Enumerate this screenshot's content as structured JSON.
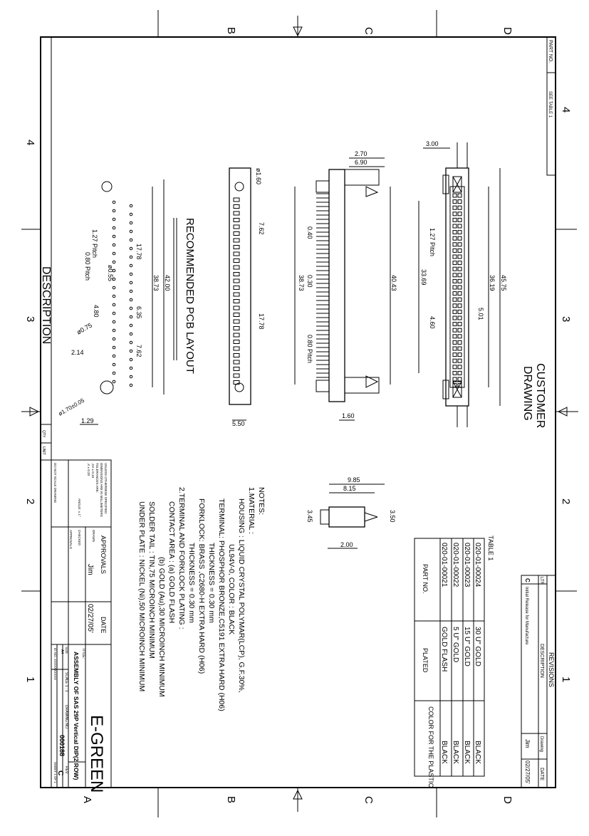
{
  "frame": {
    "columns": [
      "B",
      "C",
      "D"
    ],
    "column_bottom_A": "A",
    "rows_left": [
      "4",
      "3",
      "2",
      "1"
    ],
    "rows_right": [
      "4",
      "3",
      "2",
      "1"
    ]
  },
  "part_no_box": {
    "label": "PART NO.",
    "value": "SEE TABLE 1"
  },
  "customer_drawing": [
    "CUSTOMER",
    "DRAWING"
  ],
  "description_vertical": "DESCRIPTION",
  "pcb_layout_title": "RECOMMENDED PCB LAYOUT",
  "dimensions": {
    "d_3_00": "3.00",
    "d_45_75": "45.75",
    "d_36_19": "36.19",
    "d_1_27_pitch_top": "1.27 Pitch",
    "d_33_69": "33.69",
    "d_5_01": "5.01",
    "d_4_60_top": "4.60",
    "d_2_70": "2.70",
    "d_6_90": "6.90",
    "d_0_40": "0.40",
    "d_40_43": "40.43",
    "d_38_73_mid": "38.73",
    "d_0_30": "0.30",
    "d_0_80_pitch_mid": "0.80 Pitch",
    "d_1_60": "1.60",
    "d_phi_0_60": "ø1.60",
    "d_7_62_a": "7.62",
    "d_17_78_a": "17.78",
    "d_5_50": "5.50",
    "d_1_27_pitch_pcb": "1.27 Pitch",
    "d_0_80_pitch_pcb": "0.80 Pitch",
    "d_phi_0_55": "ø0.55",
    "d_17_78_b": "17.78",
    "d_38_73_pcb": "38.73",
    "d_42_00": "42.00",
    "d_6_35": "6.35",
    "d_4_80": "4.80",
    "d_phi_0_75": "ø0.75",
    "d_7_62_b": "7.62",
    "d_2_14": "2.14",
    "d_phi_1_7": "ø1.70±0.05",
    "d_1_29": "1.29",
    "d_9_85": "9.85",
    "d_8_15": "8.15",
    "d_3_50": "3.50",
    "d_3_45": "3.45",
    "d_2_00": "2.00"
  },
  "notes": {
    "title": "NOTES:",
    "lines": [
      "1.MATERIAL :",
      "HOUSING : LIQUID CRYSTAL POLYMAR(LCP), G.F.30%,",
      "UL94V-0, COLOR : BLACK",
      "TERMINAL: PHOSPHOR BRONZE,C5191 EXTRA HARD (H06)",
      "THICKNESS = 0.30 mm",
      "FORKLOCK: BRASS ,C2680-H  EXTRA HARD (H06)",
      "THICKNESS = 0.30 mm",
      "2.TERMINAL AND FORKLOCK PLATING :",
      "CONTACT AREA : (a) GOLD FLASH",
      "(b) GOLD (Au),30 MICROINCH MINIMUM",
      "SOLDER TAIL : TIN,75 MICROINCH MINIMUM",
      "UNDER PLATE : NICKEL (Ni),50 MICROINCH MINIMUM"
    ]
  },
  "table1": {
    "title": "TABLE 1",
    "headers": [
      "PART NO.",
      "PLATED",
      "COLOR FOR THE PLASTIC"
    ],
    "rows": [
      [
        "020-01-00024",
        "30 U\" GOLD",
        "BLACK"
      ],
      [
        "020-01-00023",
        "15 U\" GOLD",
        "BLACK"
      ],
      [
        "020-01-00022",
        "5 U\" GOLD",
        "BLACK"
      ],
      [
        "020-01-00021",
        "GOLD FLASH",
        "BLACK"
      ]
    ]
  },
  "revisions": {
    "title": "REVISIONS",
    "headers": [
      "LTR",
      "DESCRIPTION",
      "Drawing",
      "DATE"
    ],
    "row": [
      "C",
      "Initial Release for Manufacture",
      "Jim",
      "02/27/05'"
    ]
  },
  "title_block": {
    "approvals": "APPROVALS",
    "date_label": "DATE",
    "drawn_label": "DRAWN",
    "drawn_by": "Jim",
    "drawn_date": "02/27/05'",
    "checked_label": "CHECKED",
    "approvals_label": "APPROVALS",
    "company": "E-GREEN",
    "title_label": "TITLE:",
    "title": "ASSEMBLY OF SAS 29P Vertical DIP(2 ROW)",
    "size_label": "SIZE",
    "size": "A4",
    "scale": "SCALE 1 : 1",
    "drawing_no_label": "DRAWING NO.",
    "drawing_no": "000188",
    "rev_label": "REV.",
    "rev": "C",
    "sheet": "SHEET 1 OF 1",
    "id_no": "ID NO. XXXXXXXXXX",
    "qty": "QTY",
    "unit": "UNIT",
    "tolerance_notes": [
      "UNLESS OTHERWISE SPECIFIED",
      "DIMENSIONS ARE IN MILLIMETERS",
      "TOLERANCES ARE:",
      ".XX ± 0.10",
      ".X  ± 0.20",
      "ANGLE: ± 1°",
      "DO NOT SCALE DRAWING"
    ]
  }
}
